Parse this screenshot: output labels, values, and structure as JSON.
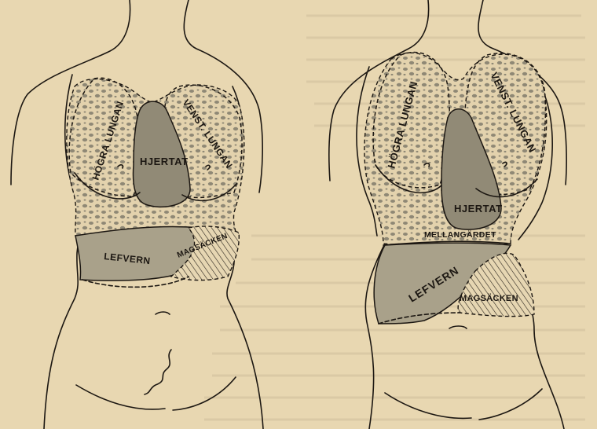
{
  "figure": {
    "left": {
      "right_lung": "HÖGRA LUNGAN",
      "left_lung": "VENST. LUNGAN",
      "heart": "HJERTAT",
      "liver": "LEFVERN",
      "stomach": "MAGSÄCKEN"
    },
    "right": {
      "right_lung": "HÖGRA LUNGAN",
      "left_lung": "VENST. LUNGAN",
      "heart": "HJERTAT",
      "diaphragm": "MELLANGÄRDET",
      "liver": "LEFVERN",
      "stomach": "MAGSÄCKEN"
    }
  },
  "colors": {
    "paper": "#e8d7b1",
    "ink": "#1c1712",
    "organ_fill": "#a9a18a",
    "heart_fill": "#918a76"
  }
}
